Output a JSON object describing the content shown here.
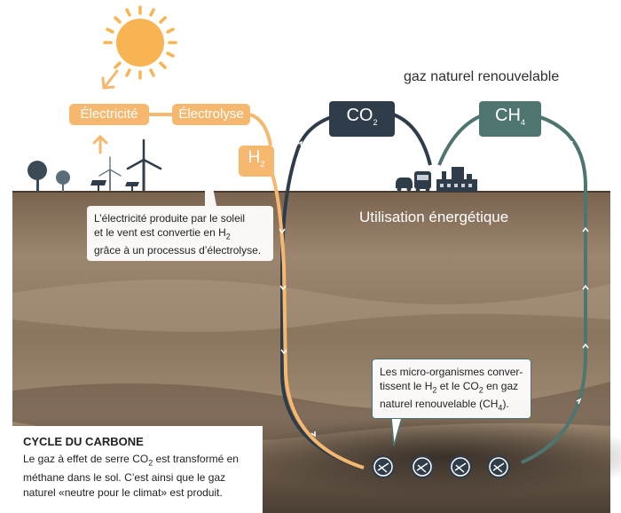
{
  "header": {
    "title": "gaz naturel renouvelable"
  },
  "labels": {
    "electricite": "Électricité",
    "electrolyse": "Électrolyse",
    "h2": {
      "main": "H",
      "sub": "2"
    },
    "co2": {
      "main": "CO",
      "sub": "2"
    },
    "ch4": {
      "main": "CH",
      "sub": "4"
    },
    "utilisation": "Utilisation énergétique"
  },
  "notes": {
    "electrolysis": {
      "line1": "L’électricité produite par le soleil",
      "line2a": "et le vent est convertie en H",
      "line2sub": "2",
      "line3": "grâce à un processus d’électrolyse."
    },
    "microorganisms": {
      "line1": "Les micro-organismes conver-",
      "line2a": "tissent le H",
      "line2sub1": "2",
      "line2b": " et le CO",
      "line2sub2": "2",
      "line2c": " en gaz",
      "line3a": "naturel renouvelable",
      "line3sub": "",
      "line3b": " (CH",
      "line3sub2": "4",
      "line3c": ")."
    }
  },
  "panel": {
    "heading": "CYCLE DU CARBONE",
    "line1a": "Le gaz à effet de serre CO",
    "line1sub": "2",
    "line1b": " est transformé en",
    "line2": "méthane dans le sol. C’est ainsi que le gaz",
    "line3": "naturel «neutre pour le climat» est produit."
  },
  "colors": {
    "sun": "#f8b452",
    "orange": "#f6b86e",
    "co2": "#2f3d4a",
    "ch4": "#4e756f",
    "ground": "#8b7560"
  },
  "icons": [
    "sun-icon",
    "tree-icon",
    "wind-turbine-icon",
    "solar-panel-icon",
    "car-icon",
    "bus-icon",
    "factory-icon",
    "microorganism-icon"
  ]
}
